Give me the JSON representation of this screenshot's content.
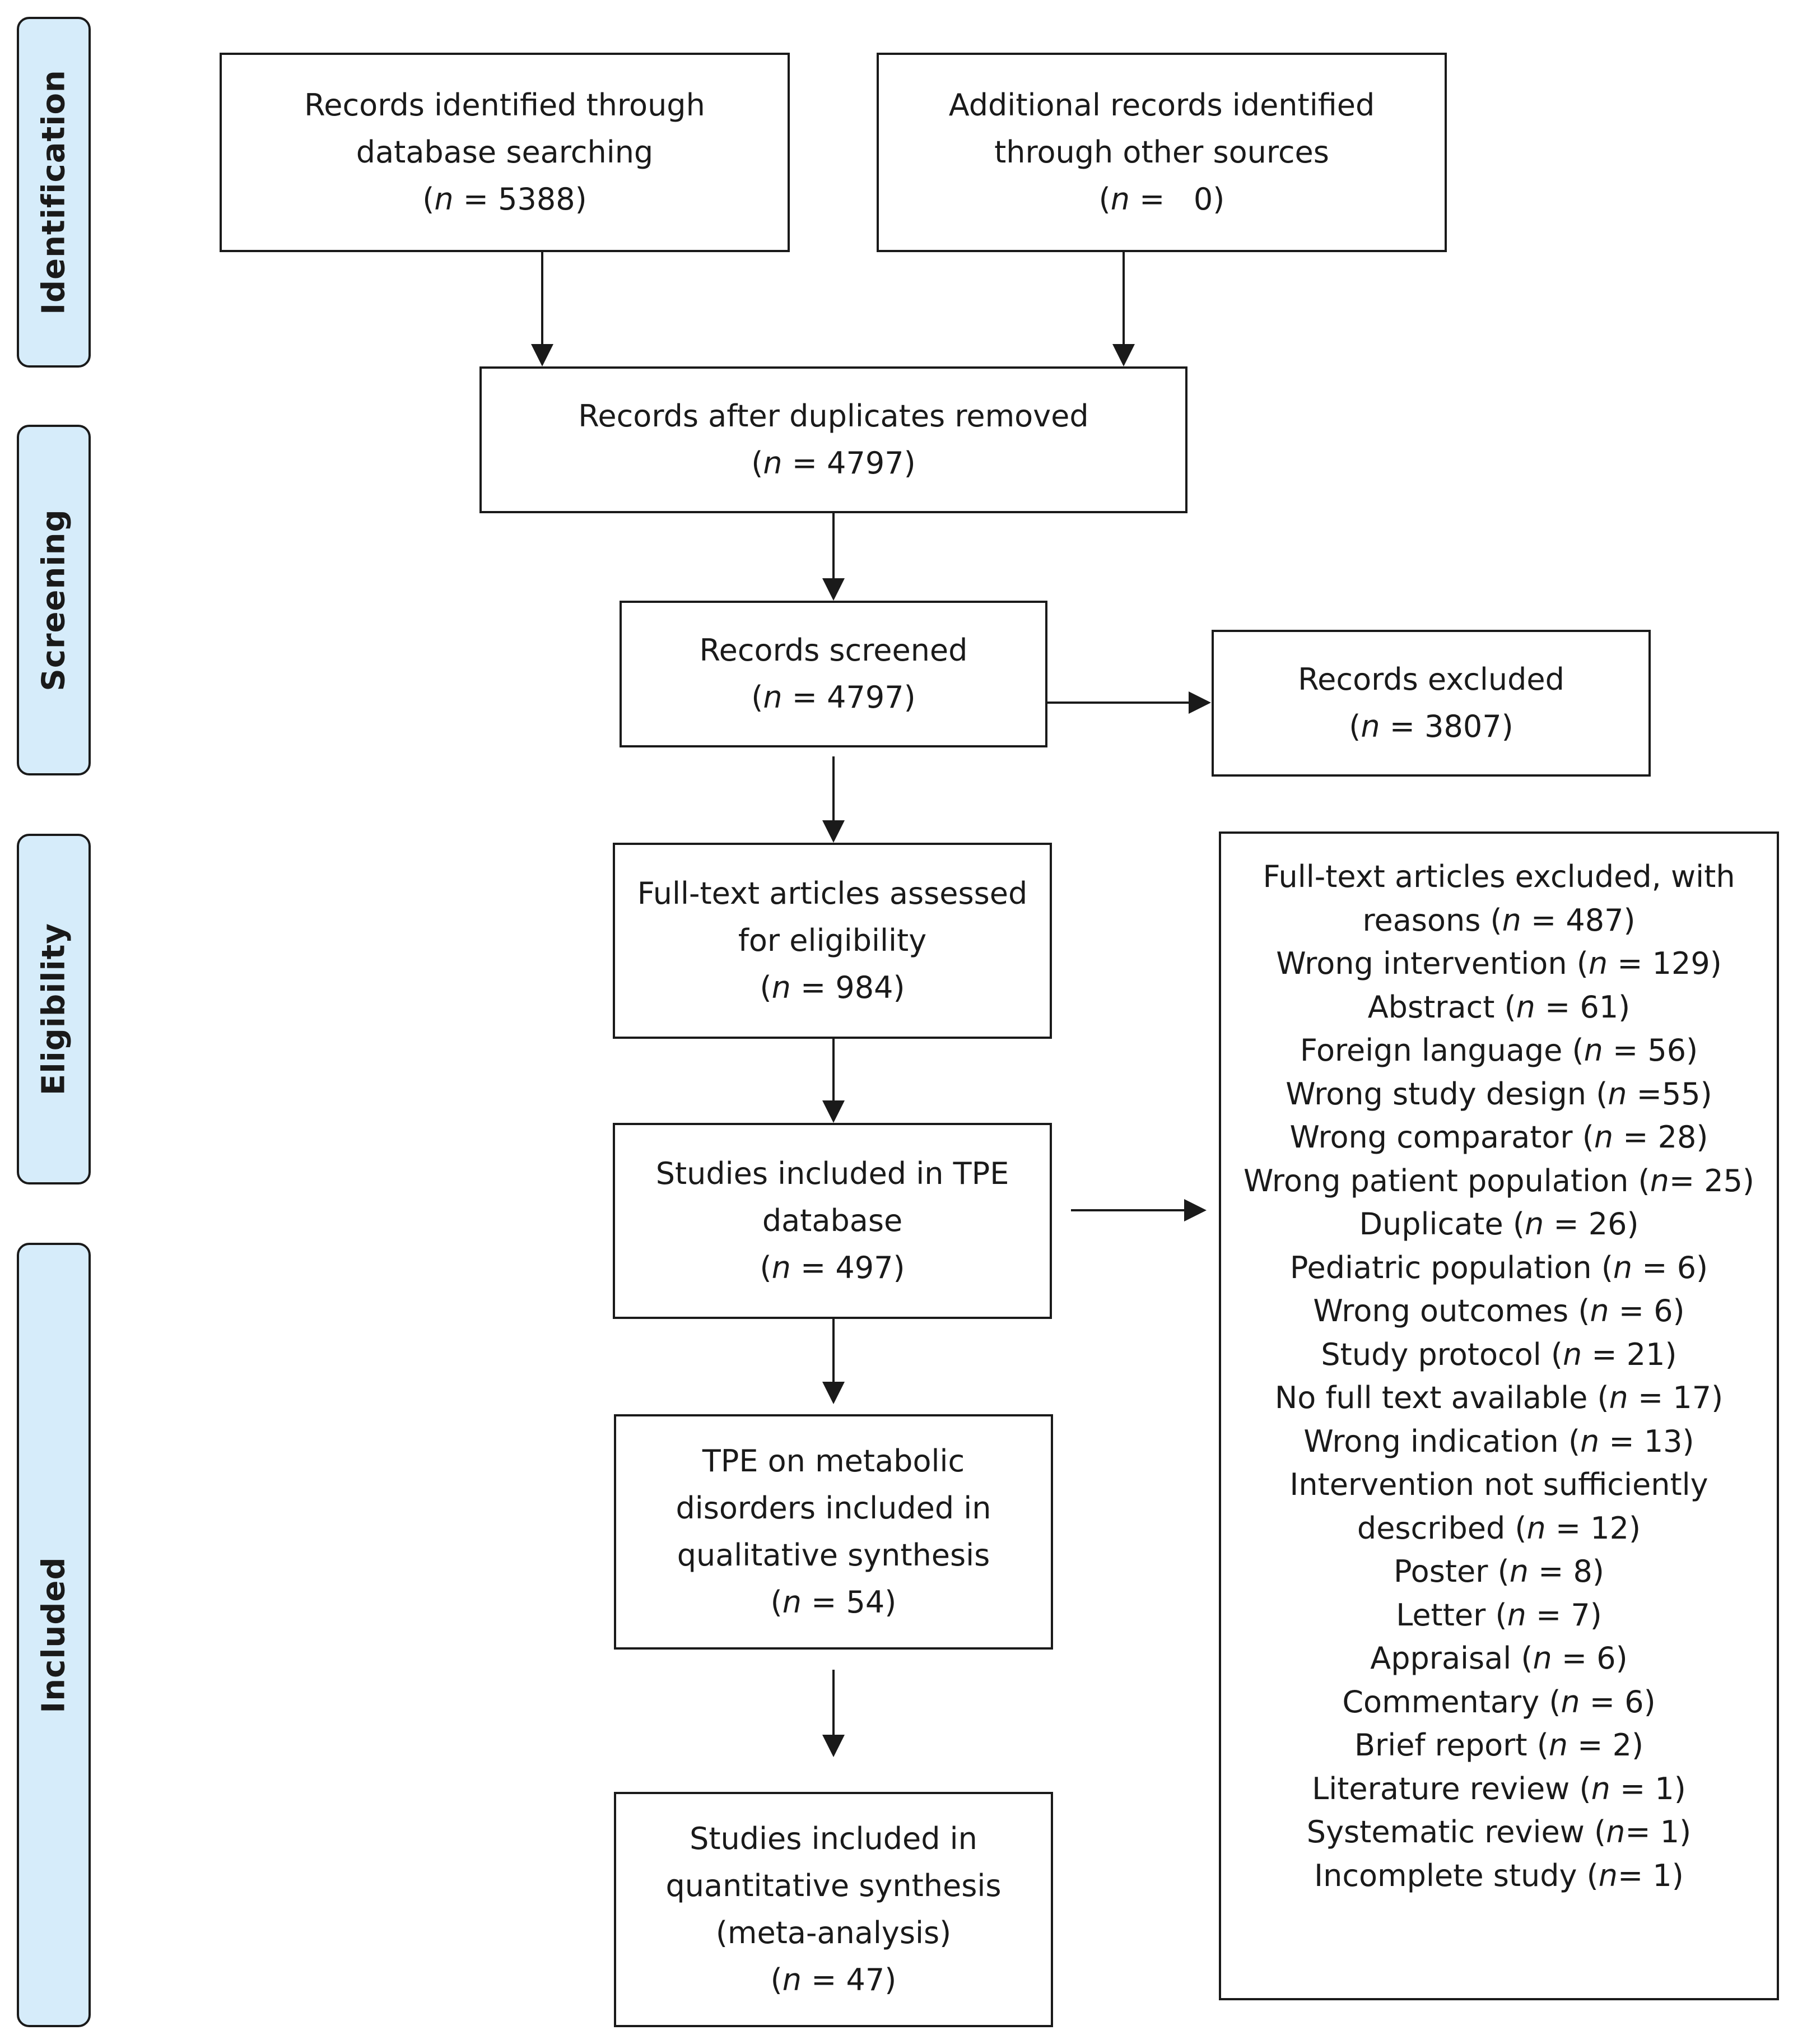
{
  "phases": {
    "identification": "Identification",
    "screening": "Screening",
    "eligibility": "Eligibility",
    "included": "Included"
  },
  "boxes": {
    "db_search": {
      "line1": "Records identified through",
      "line2": "database searching",
      "count_pre": "(",
      "count_n": "n",
      "count_post": " = 5388)"
    },
    "other_sources": {
      "line1": "Additional records identified",
      "line2": "through other sources",
      "count_pre": "(",
      "count_n": "n",
      "count_post": " =   0)"
    },
    "dedup": {
      "line1": "Records after duplicates removed",
      "count_pre": "(",
      "count_n": "n",
      "count_post": " = 4797)"
    },
    "screened": {
      "line1": "Records screened",
      "count_pre": "(",
      "count_n": "n",
      "count_post": " = 4797)"
    },
    "excluded": {
      "line1": "Records excluded",
      "count_pre": "(",
      "count_n": "n",
      "count_post": " = 3807)"
    },
    "fulltext": {
      "line1": "Full-text articles assessed",
      "line2": "for eligibility",
      "count_pre": "(",
      "count_n": "n",
      "count_post": " = 984)"
    },
    "tpe_db": {
      "line1": "Studies included in TPE",
      "line2": "database",
      "count_pre": "(",
      "count_n": "n",
      "count_post": " = 497)"
    },
    "metabolic": {
      "line1": "TPE on metabolic",
      "line2": "disorders included in",
      "line3": "qualitative synthesis",
      "count_pre": "(",
      "count_n": "n",
      "count_post": " = 54)"
    },
    "meta": {
      "line1": "Studies included in",
      "line2": "quantitative synthesis",
      "line3": "(meta-analysis)",
      "count_pre": "(",
      "count_n": "n",
      "count_post": " = 47)"
    }
  },
  "reasons": {
    "header1": "Full-text articles excluded, with",
    "header2_pre": "reasons (",
    "header2_n": "n",
    "header2_post": " = 487)",
    "items": [
      {
        "pre": "Wrong intervention (",
        "n": "n",
        "post": " = 129)"
      },
      {
        "pre": "Abstract (",
        "n": "n",
        "post": " = 61)"
      },
      {
        "pre": "Foreign language (",
        "n": "n",
        "post": " = 56)"
      },
      {
        "pre": "Wrong study design (",
        "n": "n",
        "post": " =55)"
      },
      {
        "pre": "Wrong comparator (",
        "n": "n",
        "post": " = 28)"
      },
      {
        "pre": "Wrong patient population (",
        "n": "n",
        "post": "= 25)"
      },
      {
        "pre": "Duplicate (",
        "n": "n",
        "post": " = 26)"
      },
      {
        "pre": "Pediatric population (",
        "n": "n",
        "post": " = 6)"
      },
      {
        "pre": "Wrong outcomes (",
        "n": "n",
        "post": " = 6)"
      },
      {
        "pre": "Study protocol (",
        "n": "n",
        "post": " = 21)"
      },
      {
        "pre": "No full text available (",
        "n": "n",
        "post": " = 17)"
      },
      {
        "pre": "Wrong indication (",
        "n": "n",
        "post": " = 13)"
      },
      {
        "pre": "Intervention not sufficiently",
        "n": "",
        "post": ""
      },
      {
        "pre": "described (",
        "n": "n",
        "post": " = 12)"
      },
      {
        "pre": "Poster (",
        "n": "n",
        "post": " = 8)"
      },
      {
        "pre": "Letter (",
        "n": "n",
        "post": " = 7)"
      },
      {
        "pre": "Appraisal (",
        "n": "n",
        "post": " = 6)"
      },
      {
        "pre": "Commentary (",
        "n": "n",
        "post": " = 6)"
      },
      {
        "pre": "Brief report (",
        "n": "n",
        "post": " = 2)"
      },
      {
        "pre": "Literature review (",
        "n": "n",
        "post": " = 1)"
      },
      {
        "pre": "Systematic review (",
        "n": "n",
        "post": "= 1)"
      },
      {
        "pre": "Incomplete study (",
        "n": "n",
        "post": "= 1)"
      }
    ]
  },
  "colors": {
    "phase_fill": "#d6ecfa",
    "stroke": "#1a1a1a"
  }
}
